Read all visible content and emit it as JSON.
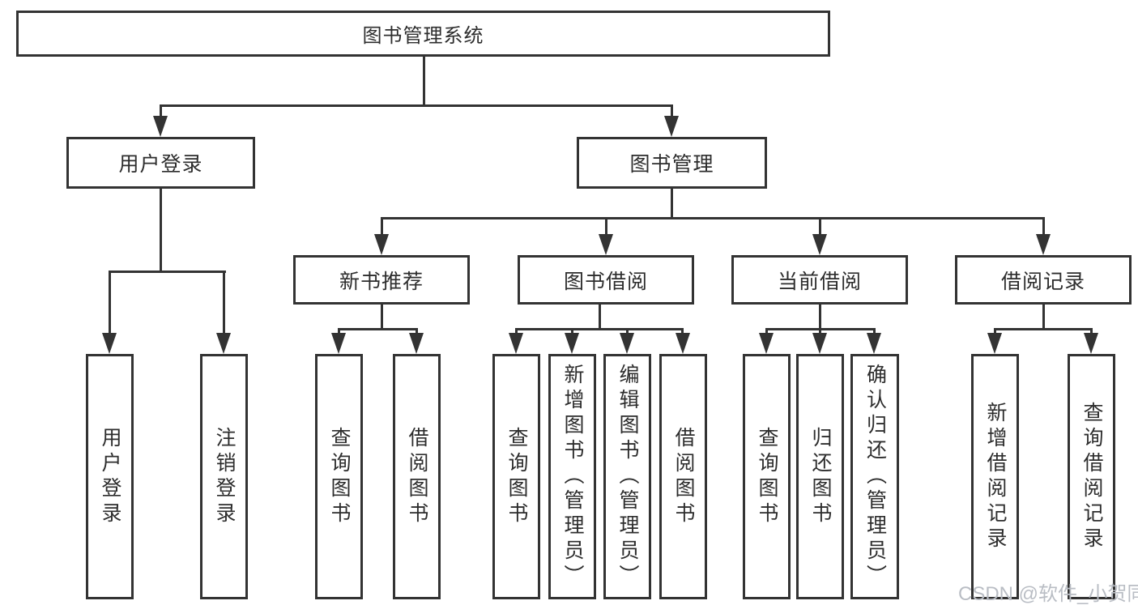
{
  "tree": {
    "root": {
      "label": "图书管理系统"
    },
    "branches": [
      {
        "label": "用户登录",
        "children": [
          {
            "label": "用户登录"
          },
          {
            "label": "注销登录"
          }
        ]
      },
      {
        "label": "图书管理",
        "sections": [
          {
            "label": "新书推荐",
            "children": [
              {
                "label": "查询图书"
              },
              {
                "label": "借阅图书"
              }
            ]
          },
          {
            "label": "图书借阅",
            "children": [
              {
                "label": "查询图书"
              },
              {
                "label": "新增图书（管理员）"
              },
              {
                "label": "编辑图书（管理员）"
              },
              {
                "label": "借阅图书"
              }
            ]
          },
          {
            "label": "当前借阅",
            "children": [
              {
                "label": "查询图书"
              },
              {
                "label": "归还图书"
              },
              {
                "label": "确认归还（管理员）"
              }
            ]
          },
          {
            "label": "借阅记录",
            "children": [
              {
                "label": "新增借阅记录"
              },
              {
                "label": "查询借阅记录"
              }
            ]
          }
        ]
      }
    ]
  },
  "watermark": {
    "text": "CSDN @软件_小贺同学"
  },
  "colors": {
    "line": "#333333",
    "box_border": "#333333",
    "text": "#2d2d2d",
    "watermark": "#b9bdc4",
    "background": "#ffffff"
  }
}
